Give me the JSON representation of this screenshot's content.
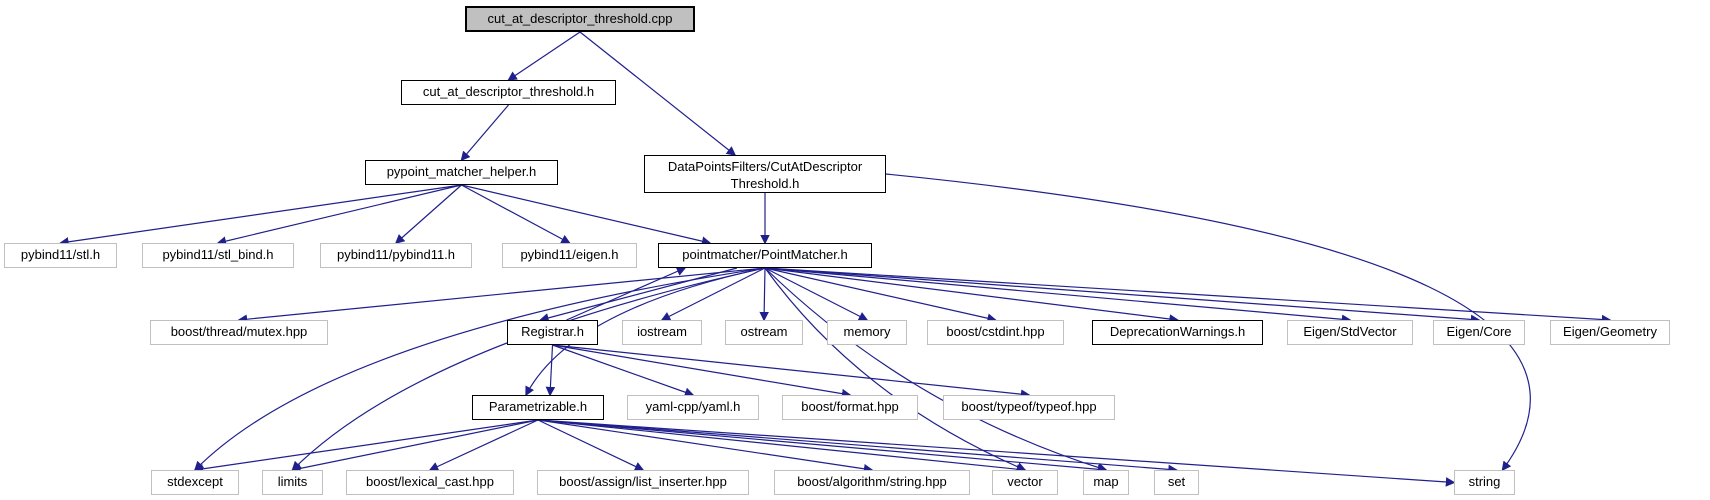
{
  "colors": {
    "edge": "#20208d",
    "internal_border": "#000000",
    "external_border": "#c0c0c0",
    "root_fill": "#c0c0c0",
    "node_fill": "#ffffff",
    "text": "#000000"
  },
  "nodes": {
    "cpp": {
      "label": "cut_at_descriptor_threshold.cpp"
    },
    "hdr": {
      "label": "cut_at_descriptor_threshold.h"
    },
    "helper": {
      "label": "pypoint_matcher_helper.h"
    },
    "dpf": {
      "label1": "DataPointsFilters/CutAtDescriptor",
      "label2": "Threshold.h"
    },
    "pybind_stl": {
      "label": "pybind11/stl.h"
    },
    "pybind_stl_bind": {
      "label": "pybind11/stl_bind.h"
    },
    "pybind11": {
      "label": "pybind11/pybind11.h"
    },
    "pybind_eigen": {
      "label": "pybind11/eigen.h"
    },
    "pointmatcher": {
      "label": "pointmatcher/PointMatcher.h"
    },
    "mutex": {
      "label": "boost/thread/mutex.hpp"
    },
    "registrar": {
      "label": "Registrar.h"
    },
    "iostream": {
      "label": "iostream"
    },
    "ostream": {
      "label": "ostream"
    },
    "memory": {
      "label": "memory"
    },
    "cstdint": {
      "label": "boost/cstdint.hpp"
    },
    "deprecation": {
      "label": "DeprecationWarnings.h"
    },
    "eigen_stdvector": {
      "label": "Eigen/StdVector"
    },
    "eigen_core": {
      "label": "Eigen/Core"
    },
    "eigen_geometry": {
      "label": "Eigen/Geometry"
    },
    "parametrizable": {
      "label": "Parametrizable.h"
    },
    "yaml": {
      "label": "yaml-cpp/yaml.h"
    },
    "format": {
      "label": "boost/format.hpp"
    },
    "typeof": {
      "label": "boost/typeof/typeof.hpp"
    },
    "stdexcept": {
      "label": "stdexcept"
    },
    "limits": {
      "label": "limits"
    },
    "lexical": {
      "label": "boost/lexical_cast.hpp"
    },
    "inserter": {
      "label": "boost/assign/list_inserter.hpp"
    },
    "algostring": {
      "label": "boost/algorithm/string.hpp"
    },
    "vector": {
      "label": "vector"
    },
    "map": {
      "label": "map"
    },
    "set": {
      "label": "set"
    },
    "string": {
      "label": "string"
    }
  },
  "edges": [
    {
      "from": "cpp",
      "to": "hdr"
    },
    {
      "from": "cpp",
      "to": "dpf"
    },
    {
      "from": "hdr",
      "to": "helper"
    },
    {
      "from": "helper",
      "to": "pybind_stl"
    },
    {
      "from": "helper",
      "to": "pybind_stl_bind"
    },
    {
      "from": "helper",
      "to": "pybind11"
    },
    {
      "from": "helper",
      "to": "pybind_eigen"
    },
    {
      "from": "helper",
      "to": "pointmatcher"
    },
    {
      "from": "dpf",
      "to": "pointmatcher"
    },
    {
      "from": "dpf",
      "to": "string"
    },
    {
      "from": "pointmatcher",
      "to": "mutex"
    },
    {
      "from": "pointmatcher",
      "to": "registrar"
    },
    {
      "from": "registrar",
      "to": "pointmatcher"
    },
    {
      "from": "pointmatcher",
      "to": "iostream"
    },
    {
      "from": "pointmatcher",
      "to": "ostream"
    },
    {
      "from": "pointmatcher",
      "to": "memory"
    },
    {
      "from": "pointmatcher",
      "to": "cstdint"
    },
    {
      "from": "pointmatcher",
      "to": "deprecation"
    },
    {
      "from": "pointmatcher",
      "to": "eigen_stdvector"
    },
    {
      "from": "pointmatcher",
      "to": "eigen_core"
    },
    {
      "from": "pointmatcher",
      "to": "eigen_geometry"
    },
    {
      "from": "pointmatcher",
      "to": "parametrizable"
    },
    {
      "from": "pointmatcher",
      "to": "stdexcept"
    },
    {
      "from": "pointmatcher",
      "to": "limits"
    },
    {
      "from": "pointmatcher",
      "to": "vector"
    },
    {
      "from": "pointmatcher",
      "to": "map"
    },
    {
      "from": "registrar",
      "to": "parametrizable"
    },
    {
      "from": "registrar",
      "to": "yaml"
    },
    {
      "from": "registrar",
      "to": "format"
    },
    {
      "from": "registrar",
      "to": "typeof"
    },
    {
      "from": "parametrizable",
      "to": "stdexcept"
    },
    {
      "from": "parametrizable",
      "to": "limits"
    },
    {
      "from": "parametrizable",
      "to": "lexical"
    },
    {
      "from": "parametrizable",
      "to": "inserter"
    },
    {
      "from": "parametrizable",
      "to": "algostring"
    },
    {
      "from": "parametrizable",
      "to": "vector"
    },
    {
      "from": "parametrizable",
      "to": "map"
    },
    {
      "from": "parametrizable",
      "to": "set"
    },
    {
      "from": "parametrizable",
      "to": "string"
    }
  ]
}
